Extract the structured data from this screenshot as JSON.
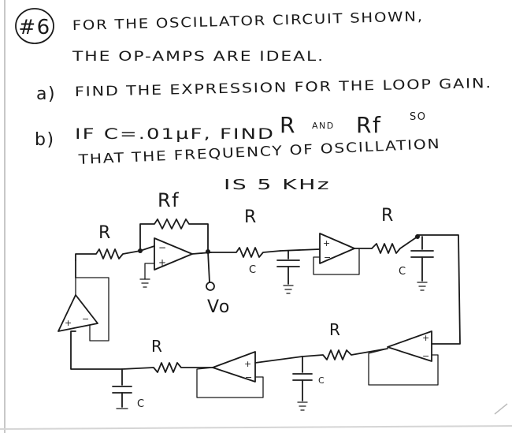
{
  "problem": {
    "number": "#6",
    "statement_line1": "FOR THE OSCILLATOR CIRCUIT SHOWN,",
    "statement_line2": "THE OP-AMPS ARE IDEAL.",
    "part_a_marker": "a)",
    "part_a_text": "FIND THE EXPRESSION FOR THE LOOP GAIN.",
    "part_b_marker": "b)",
    "part_b_line1_a": "IF C=.01µF, FIND",
    "part_b_line1_b": "R",
    "part_b_line1_c": "AND",
    "part_b_line1_d": "Rf",
    "part_b_line1_e": "SO",
    "part_b_line2": "THAT THE FREQUENCY OF OSCILLATION",
    "part_b_line3": "IS 5 KHz"
  },
  "circuit": {
    "labels": {
      "rf": "Rf",
      "r_input": "R",
      "r_stage2": "R",
      "r_stage3": "R",
      "r_stage4": "R",
      "r_stage5": "R",
      "c_stage2": "C",
      "c_stage3": "C",
      "c_stage4": "C",
      "c_stage5": "C",
      "vo": "Vo"
    }
  }
}
